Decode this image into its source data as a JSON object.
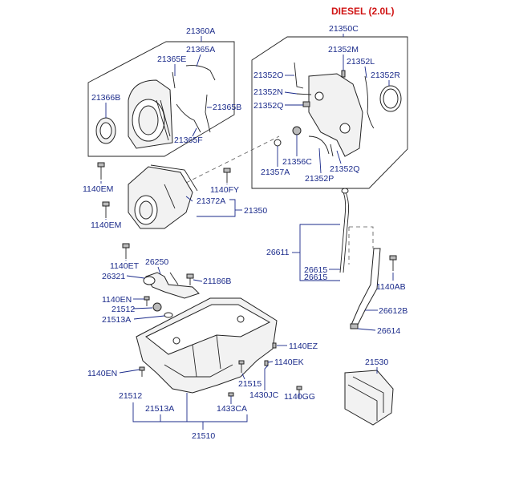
{
  "title": "DIESEL (2.0L)",
  "labels": {
    "p21360A": "21360A",
    "p21365A": "21365A",
    "p21365E": "21365E",
    "p21366B": "21366B",
    "p21365B": "21365B",
    "p21365F": "21365F",
    "p21350C": "21350C",
    "p21352M": "21352M",
    "p21352O": "21352O",
    "p21352L": "21352L",
    "p21352R": "21352R",
    "p21352N": "21352N",
    "p21352Q_a": "21352Q",
    "p21356C": "21356C",
    "p21357A": "21357A",
    "p21352P": "21352P",
    "p21352Q_b": "21352Q",
    "p1140EM_a": "1140EM",
    "p1140FY": "1140FY",
    "p21372A": "21372A",
    "p21350": "21350",
    "p1140EM_b": "1140EM",
    "p1140ET": "1140ET",
    "p26250": "26250",
    "p26321": "26321",
    "p21186B": "21186B",
    "p26611": "26611",
    "p26615_a": "26615",
    "p26615_b": "26615",
    "p1140AB": "1140AB",
    "p1140EN_a": "1140EN",
    "p21512_a": "21512",
    "p21513A_a": "21513A",
    "p26612B": "26612B",
    "p26614": "26614",
    "p1140EZ": "1140EZ",
    "p1140EK": "1140EK",
    "p1140EN_b": "1140EN",
    "p21515": "21515",
    "p1430JC": "1430JC",
    "p1140GG": "1140GG",
    "p21530": "21530",
    "p21512_b": "21512",
    "p21513A_b": "21513A",
    "p1433CA": "1433CA",
    "p21510": "21510"
  },
  "colors": {
    "title": "#d01414",
    "label": "#1a2a8a",
    "line": "#222222"
  }
}
